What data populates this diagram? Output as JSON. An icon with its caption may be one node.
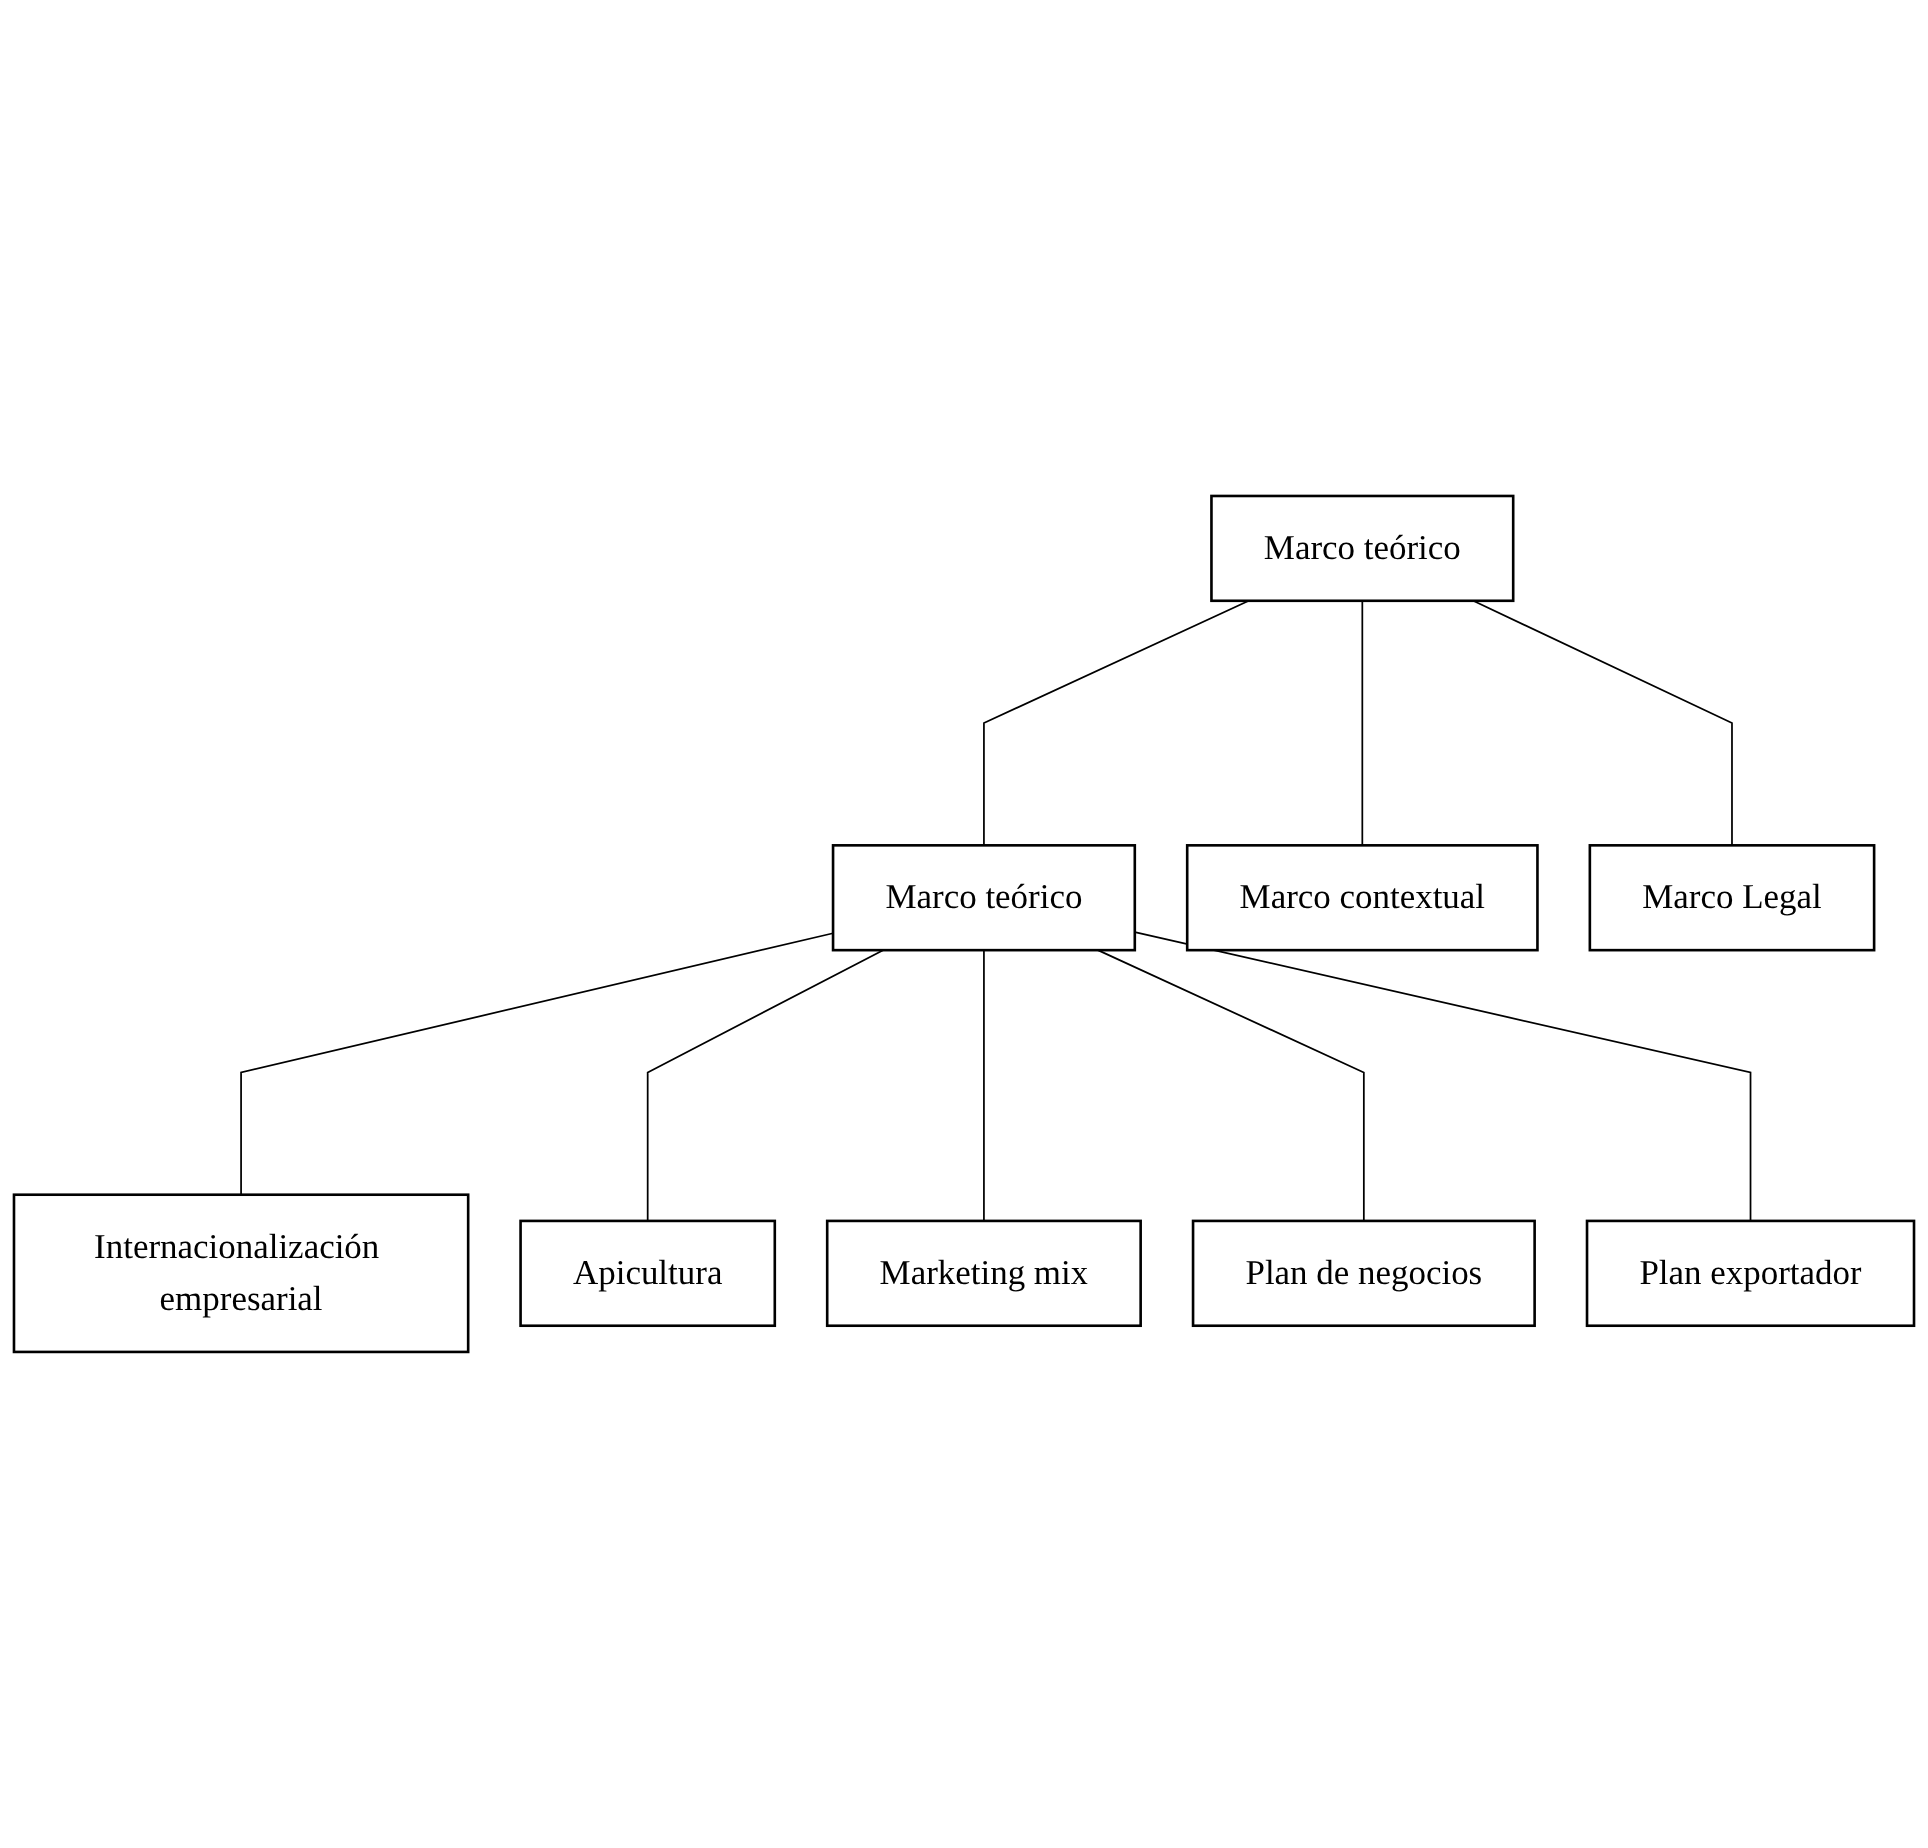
{
  "diagram": {
    "nodes": [
      {
        "text": [
          "Marco teórico"
        ]
      },
      {
        "text": [
          "Marco teórico"
        ]
      },
      {
        "text": [
          "Marco contextual"
        ]
      },
      {
        "text": [
          "Marco Legal"
        ]
      },
      {
        "text": [
          "Internacionalización empresarial"
        ]
      },
      {
        "text": [
          "Apicultura"
        ]
      },
      {
        "text": [
          "Marketing mix"
        ]
      },
      {
        "text": [
          "Plan de negocios"
        ]
      },
      {
        "text": [
          "Plan exportador"
        ]
      }
    ],
    "edges": [
      {
        "from": 0,
        "to": 1,
        "arrow": "none"
      },
      {
        "from": 0,
        "to": 2,
        "arrow": "none"
      },
      {
        "from": 0,
        "to": 3,
        "arrow": "none"
      },
      {
        "from": 1,
        "to": 4,
        "arrow": "none"
      },
      {
        "from": 1,
        "to": 5,
        "arrow": "none"
      },
      {
        "from": 1,
        "to": 6,
        "arrow": "none"
      },
      {
        "from": 1,
        "to": 7,
        "arrow": "none"
      },
      {
        "from": 1,
        "to": 8,
        "arrow": "none"
      }
    ]
  }
}
